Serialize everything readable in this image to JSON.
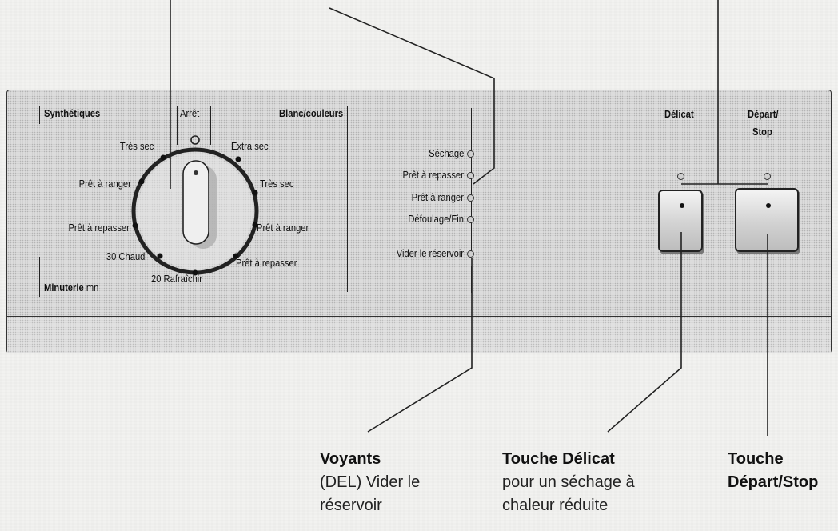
{
  "dial": {
    "group_left": "Synthétiques",
    "group_right": "Blanc/couleurs",
    "group_bottom_bold": "Minuterie",
    "group_bottom_unit": "mn",
    "top": "Arrêt",
    "left_positions": [
      "Très sec",
      "Prêt à ranger",
      "Prêt à repasser",
      "30 Chaud"
    ],
    "bottom": "20 Rafraîchir",
    "right_positions": [
      "Extra sec",
      "Très sec",
      "Prêt à ranger",
      "Prêt à repasser"
    ]
  },
  "indicators": [
    "Séchage",
    "Prêt à repasser",
    "Prêt à ranger",
    "Défoulage/Fin",
    "Vider le réservoir"
  ],
  "buttons": {
    "delicate_label": "Délicat",
    "start_label_line1": "Départ/",
    "start_label_line2": "Stop"
  },
  "callouts": {
    "voyants_title": "Voyants",
    "voyants_desc_1": "(DEL) Vider le",
    "voyants_desc_2": "réservoir",
    "delicat_title": "Touche Délicat",
    "delicat_desc_1": "pour un séchage à",
    "delicat_desc_2": "chaleur réduite",
    "start_title_1": "Touche",
    "start_title_2": "Départ/Stop"
  }
}
